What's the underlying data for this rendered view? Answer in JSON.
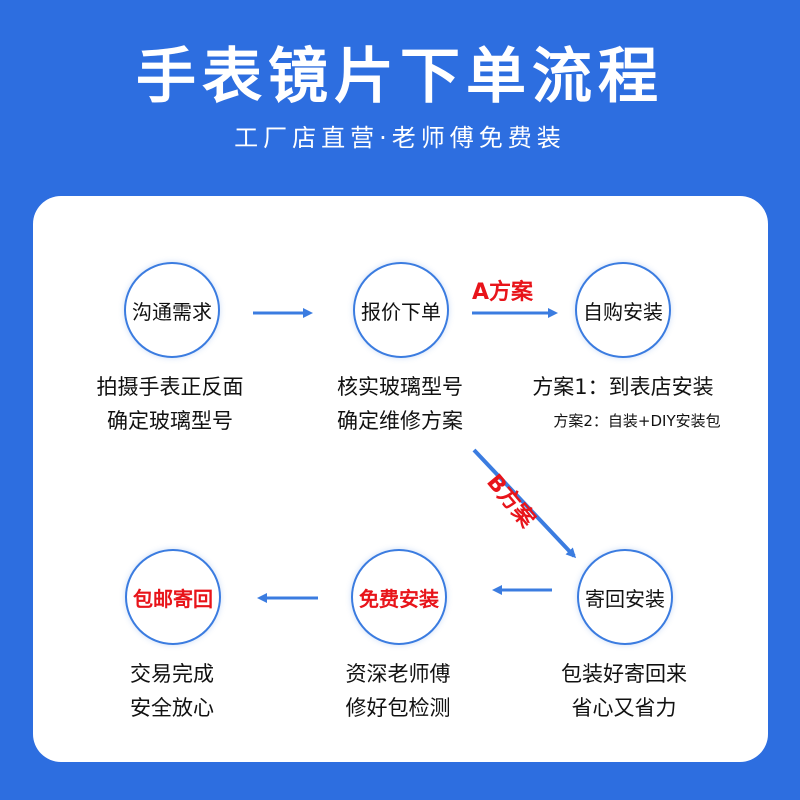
{
  "title": "手表镜片下单流程",
  "subtitle": "工厂店直营·老师傅免费装",
  "colors": {
    "background": "#2d6ee0",
    "accent": "#3b7ce0",
    "highlight": "#e8141a"
  },
  "steps": [
    {
      "label": "沟通需求",
      "lines": [
        "拍摄手表正反面",
        "确定玻璃型号"
      ]
    },
    {
      "label": "报价下单",
      "lines": [
        "核实玻璃型号",
        "确定维修方案"
      ]
    },
    {
      "label": "自购安装",
      "lines": [
        "方案1：到表店安装",
        "方案2：自装+DIY安装包"
      ]
    },
    {
      "label": "寄回安装",
      "lines": [
        "包装好寄回来",
        "省心又省力"
      ]
    },
    {
      "label": "免费安装",
      "lines": [
        "资深老师傅",
        "修好包检测"
      ]
    },
    {
      "label": "包邮寄回",
      "lines": [
        "交易完成",
        "安全放心"
      ]
    }
  ],
  "plans": {
    "a": "A方案",
    "b": "B方案"
  }
}
